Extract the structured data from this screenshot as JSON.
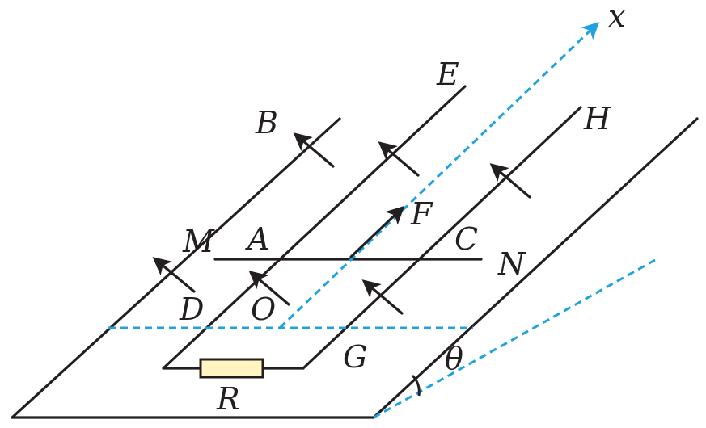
{
  "labels": {
    "x": "x",
    "E": "E",
    "H": "H",
    "B": "B",
    "F": "F",
    "M": "M",
    "A": "A",
    "C": "C",
    "N": "N",
    "D": "D",
    "O": "O",
    "G": "G",
    "R": "R",
    "theta": "θ"
  },
  "colors": {
    "line": "#231f20",
    "dashed": "#1fa3e0",
    "resistor_fill": "#fff5c0"
  }
}
